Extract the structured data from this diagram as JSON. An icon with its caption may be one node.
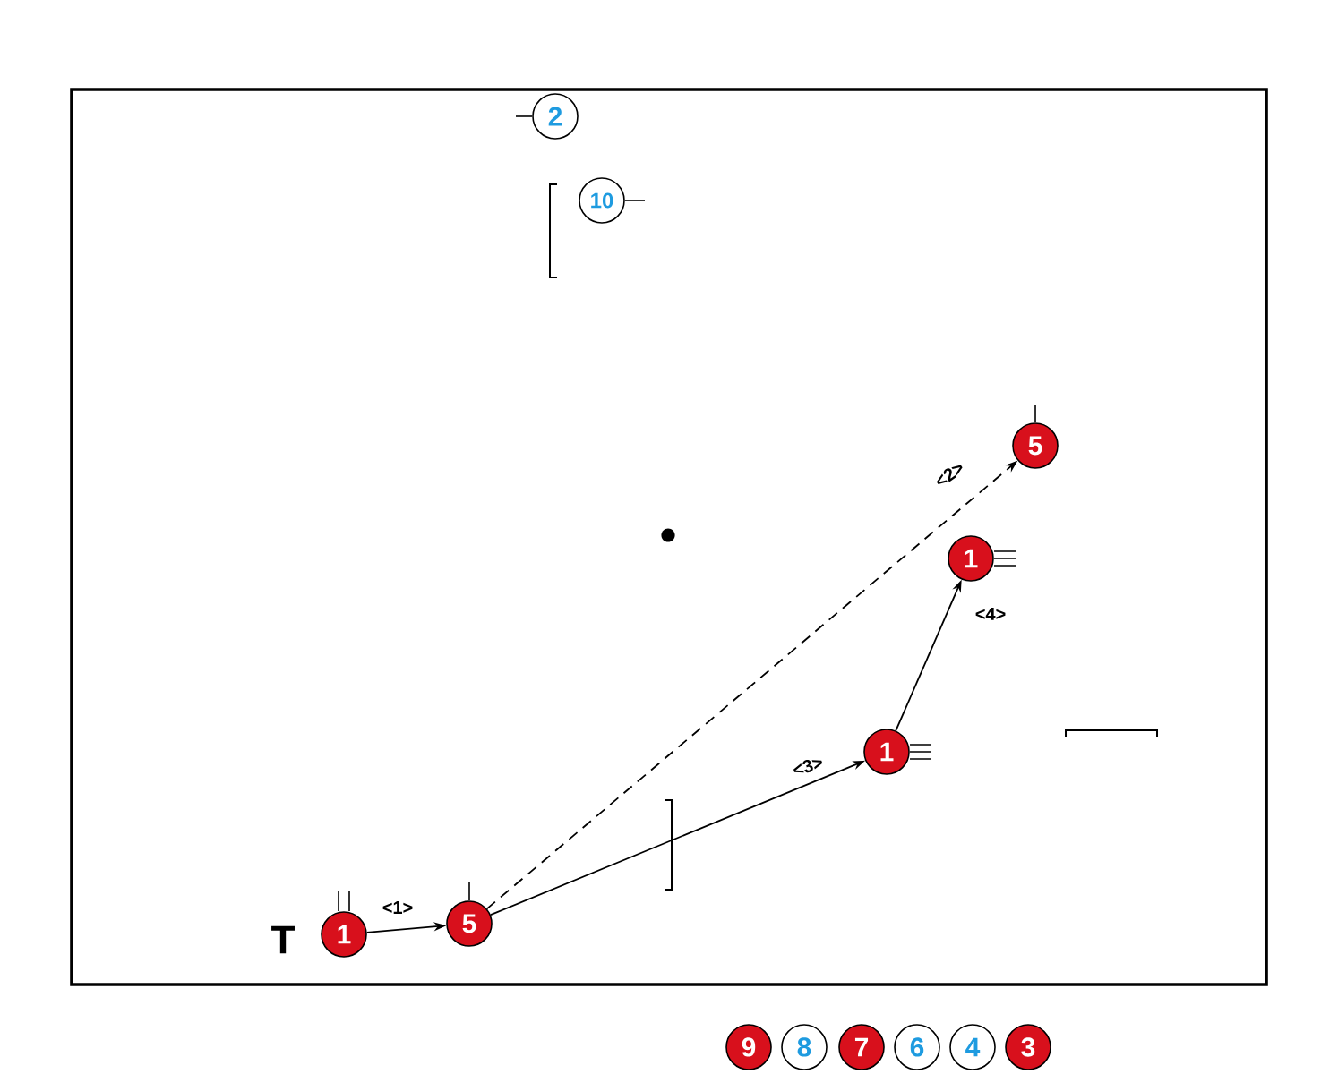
{
  "diagram": {
    "nodes": [
      {
        "text": [
          "2"
        ]
      },
      {
        "text": [
          "10"
        ]
      },
      {
        "text": [
          "5"
        ]
      },
      {
        "text": [
          "1"
        ]
      },
      {
        "text": [
          "1"
        ]
      },
      {
        "text": [
          "1"
        ]
      },
      {
        "text": [
          "5"
        ]
      },
      {
        "text": [
          "9"
        ]
      },
      {
        "text": [
          "8"
        ]
      },
      {
        "text": [
          "7"
        ]
      },
      {
        "text": [
          "6"
        ]
      },
      {
        "text": [
          "4"
        ]
      },
      {
        "text": [
          "3"
        ]
      }
    ],
    "edges": [
      {
        "from": 5,
        "to": 6,
        "arrow": "to",
        "label": "<1>"
      },
      {
        "from": 6,
        "to": 2,
        "arrow": "to",
        "label": "<2>",
        "style": "dashed"
      },
      {
        "from": 6,
        "to": 4,
        "arrow": "to",
        "label": "<3>"
      },
      {
        "from": 4,
        "to": 3,
        "arrow": "to",
        "label": "<4>"
      }
    ],
    "labels": [
      "T"
    ]
  }
}
